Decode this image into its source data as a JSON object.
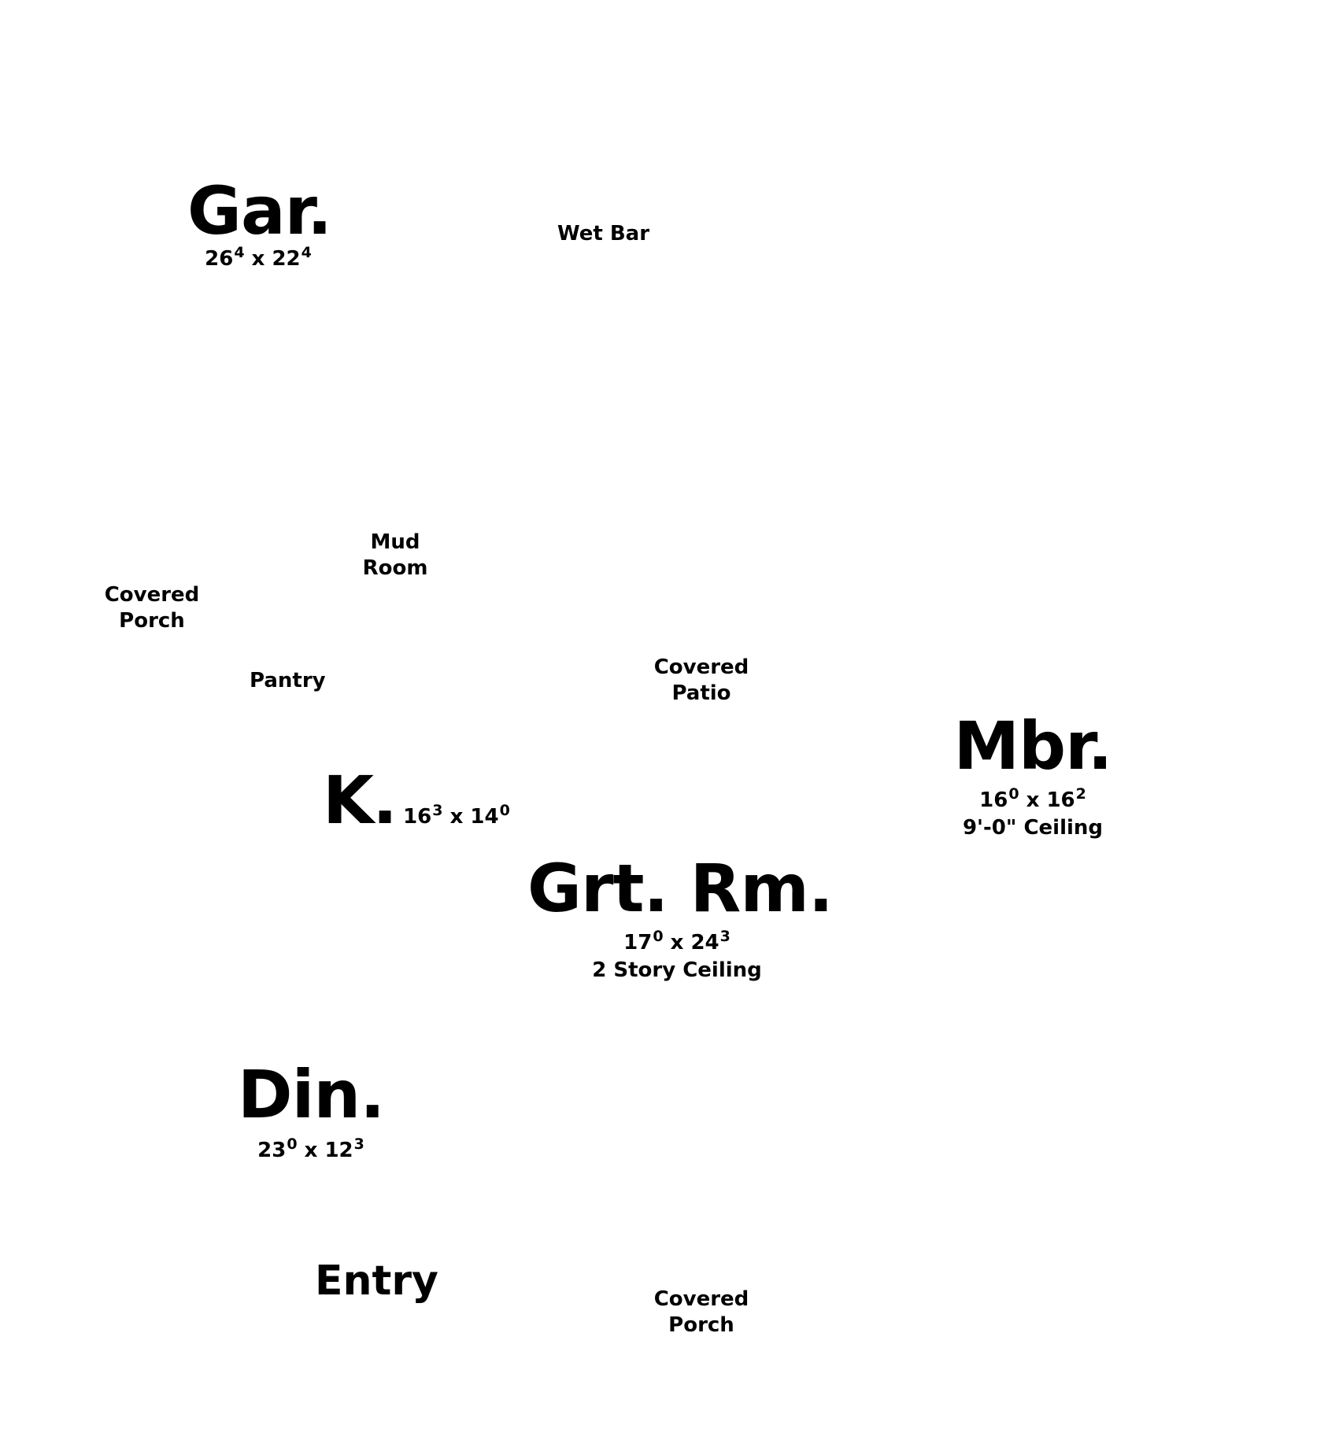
{
  "rooms": {
    "garage": {
      "name": "Gar.",
      "dims": {
        "width": "26",
        "width_in": "4",
        "sep": "x",
        "depth": "22",
        "depth_in": "4"
      }
    },
    "wet_bar": {
      "name": "Wet Bar"
    },
    "mud_room": {
      "line1": "Mud",
      "line2": "Room"
    },
    "covered_porch_side": {
      "line1": "Covered",
      "line2": "Porch"
    },
    "pantry": {
      "name": "Pantry"
    },
    "covered_patio": {
      "line1": "Covered",
      "line2": "Patio"
    },
    "master_bedroom": {
      "name": "Mbr.",
      "dims": {
        "width": "16",
        "width_in": "0",
        "sep": "x",
        "depth": "16",
        "depth_in": "2"
      },
      "note": "9'-0\" Ceiling"
    },
    "kitchen": {
      "name": "K.",
      "dims": {
        "width": "16",
        "width_in": "3",
        "sep": "x",
        "depth": "14",
        "depth_in": "0"
      }
    },
    "great_room": {
      "name": "Grt. Rm.",
      "dims": {
        "width": "17",
        "width_in": "0",
        "sep": "x",
        "depth": "24",
        "depth_in": "3"
      },
      "note": "2 Story Ceiling"
    },
    "dining": {
      "name": "Din.",
      "dims": {
        "width": "23",
        "width_in": "0",
        "sep": "x",
        "depth": "12",
        "depth_in": "3"
      }
    },
    "entry": {
      "name": "Entry"
    },
    "covered_porch_front": {
      "line1": "Covered",
      "line2": "Porch"
    }
  }
}
